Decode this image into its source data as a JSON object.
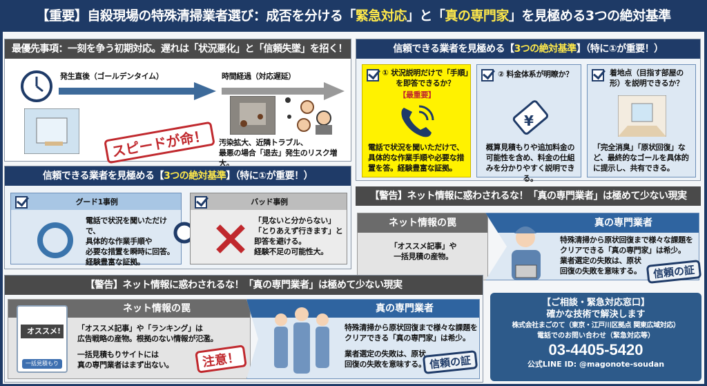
{
  "title": {
    "pre": "【重要】自殺現場の特殊清掃業者選び：成否を分ける「",
    "hl1": "緊急対応",
    "mid": "」と「",
    "hl2": "真の専門家",
    "post": "」を見極める3つの絶対基準"
  },
  "priority": {
    "header": "最優先事項：一刻を争う初期対応。遅れは「状況悪化」と「信頼失墜」を招く！",
    "arrow1": "発生直後（ゴールデンタイム）",
    "arrow2": "時間経過（対応遅延）",
    "stamp": "スピードが命！",
    "risk1": "汚染拡大、近隣トラブル、",
    "risk2": "最悪の場合「退去」発生のリスク増大。"
  },
  "criteria": {
    "header_pre": "信頼できる業者を見極める【",
    "header_hl": "3つの絶対基準",
    "header_post": "】（特に①が重要！）",
    "cards": [
      {
        "title": "① 状況説明だけで「手順」を即答できるか？",
        "badge": "【最重要】",
        "icon": "phone-icon",
        "body": "電話で状況を聞いただけで、具体的な作業手順や必要な措置を答。経験豊富な証拠。"
      },
      {
        "title": "② 料金体系が明瞭か？",
        "icon": "yen-tag-icon",
        "body": "概算見積もりや追加料金の可能性を含め、料金の仕組みを分かりやすく説明できる。"
      },
      {
        "title": "着地点（目指す部屋の形）を説明できるか？",
        "icon": "clean-room-icon",
        "body": "「完全消臭」「原状回復」など、最終的なゴールを具体的に提示し、共有できる。"
      }
    ]
  },
  "cases": {
    "header_pre": "信頼できる業者を見極める【",
    "header_hl": "3つの絶対基準",
    "header_post": "】（特に①が重要！）",
    "good": {
      "title": "グード1事例",
      "body": [
        "電話で状況を聞いただけで、",
        "具体的な作業手順や",
        "必要な措置を瞬時に回答。",
        "経験豊富な証拠。"
      ]
    },
    "bad": {
      "title": "バッド事例",
      "body": [
        "「見ないと分からない」",
        "「とりあえず行きます」と",
        "即答を避ける。",
        "経験不足の可能性大。"
      ]
    }
  },
  "warning_right": {
    "header": "【警告】ネット情報に惑わされるな！「真の専門業者」は極めて少ない現実",
    "trap_title": "ネット情報の罠",
    "trap_body": [
      "「オススメ記事」や",
      "一括見積の産物。"
    ],
    "expert_title": "真の専門業者",
    "expert_body": [
      "特殊清掃から原状回復まで様々な課題を",
      "クリアできる「真の専門家」は希少。",
      "業者選定の失敗は、原状",
      "回復の失敗を意味する。"
    ],
    "stamp": "信頼の証"
  },
  "warning_bottom": {
    "header": "【警告】ネット情報に惑わされるな！「真の専門業者」は極めて少ない現実",
    "trap_title": "ネット情報の罠",
    "browser_badge": "オススメ!",
    "browser_button": "一括見積もり",
    "trap_body": [
      "「オススメ記事」や「ランキング」は",
      "広告戦略の産物。根拠のない情報が氾濫。"
    ],
    "trap_body2": [
      "一括見積もりサイトには",
      "真の専門業者はまず出ない。"
    ],
    "caution_stamp": "注意！",
    "expert_title": "真の専門業者",
    "expert_body": [
      "特殊清掃から原状回復まで様々な課題を",
      "クリアできる「真の専門家」は希少。"
    ],
    "expert_body2": [
      "業者選定の失敗は、原状",
      "回復の失敗を意味する。"
    ],
    "stamp": "信頼の証"
  },
  "contact": {
    "line1": "【ご相談・緊急対応窓口】",
    "line2": "確かな技術で解決します",
    "company": "株式会社まごのて（東京・江戸川区拠点 関東広域対応）",
    "phone_label": "電話でのお問い合わせ（緊急対応等）",
    "phone": "03-4405-5420",
    "line_id": "公式LINE ID: @magonote-soudan"
  },
  "colors": {
    "navy": "#1f3b68",
    "highlight": "#ffe94a",
    "yellow_card": "#fff200",
    "stamp_red": "#c0282d",
    "contact_bg": "#2d5a8a"
  }
}
